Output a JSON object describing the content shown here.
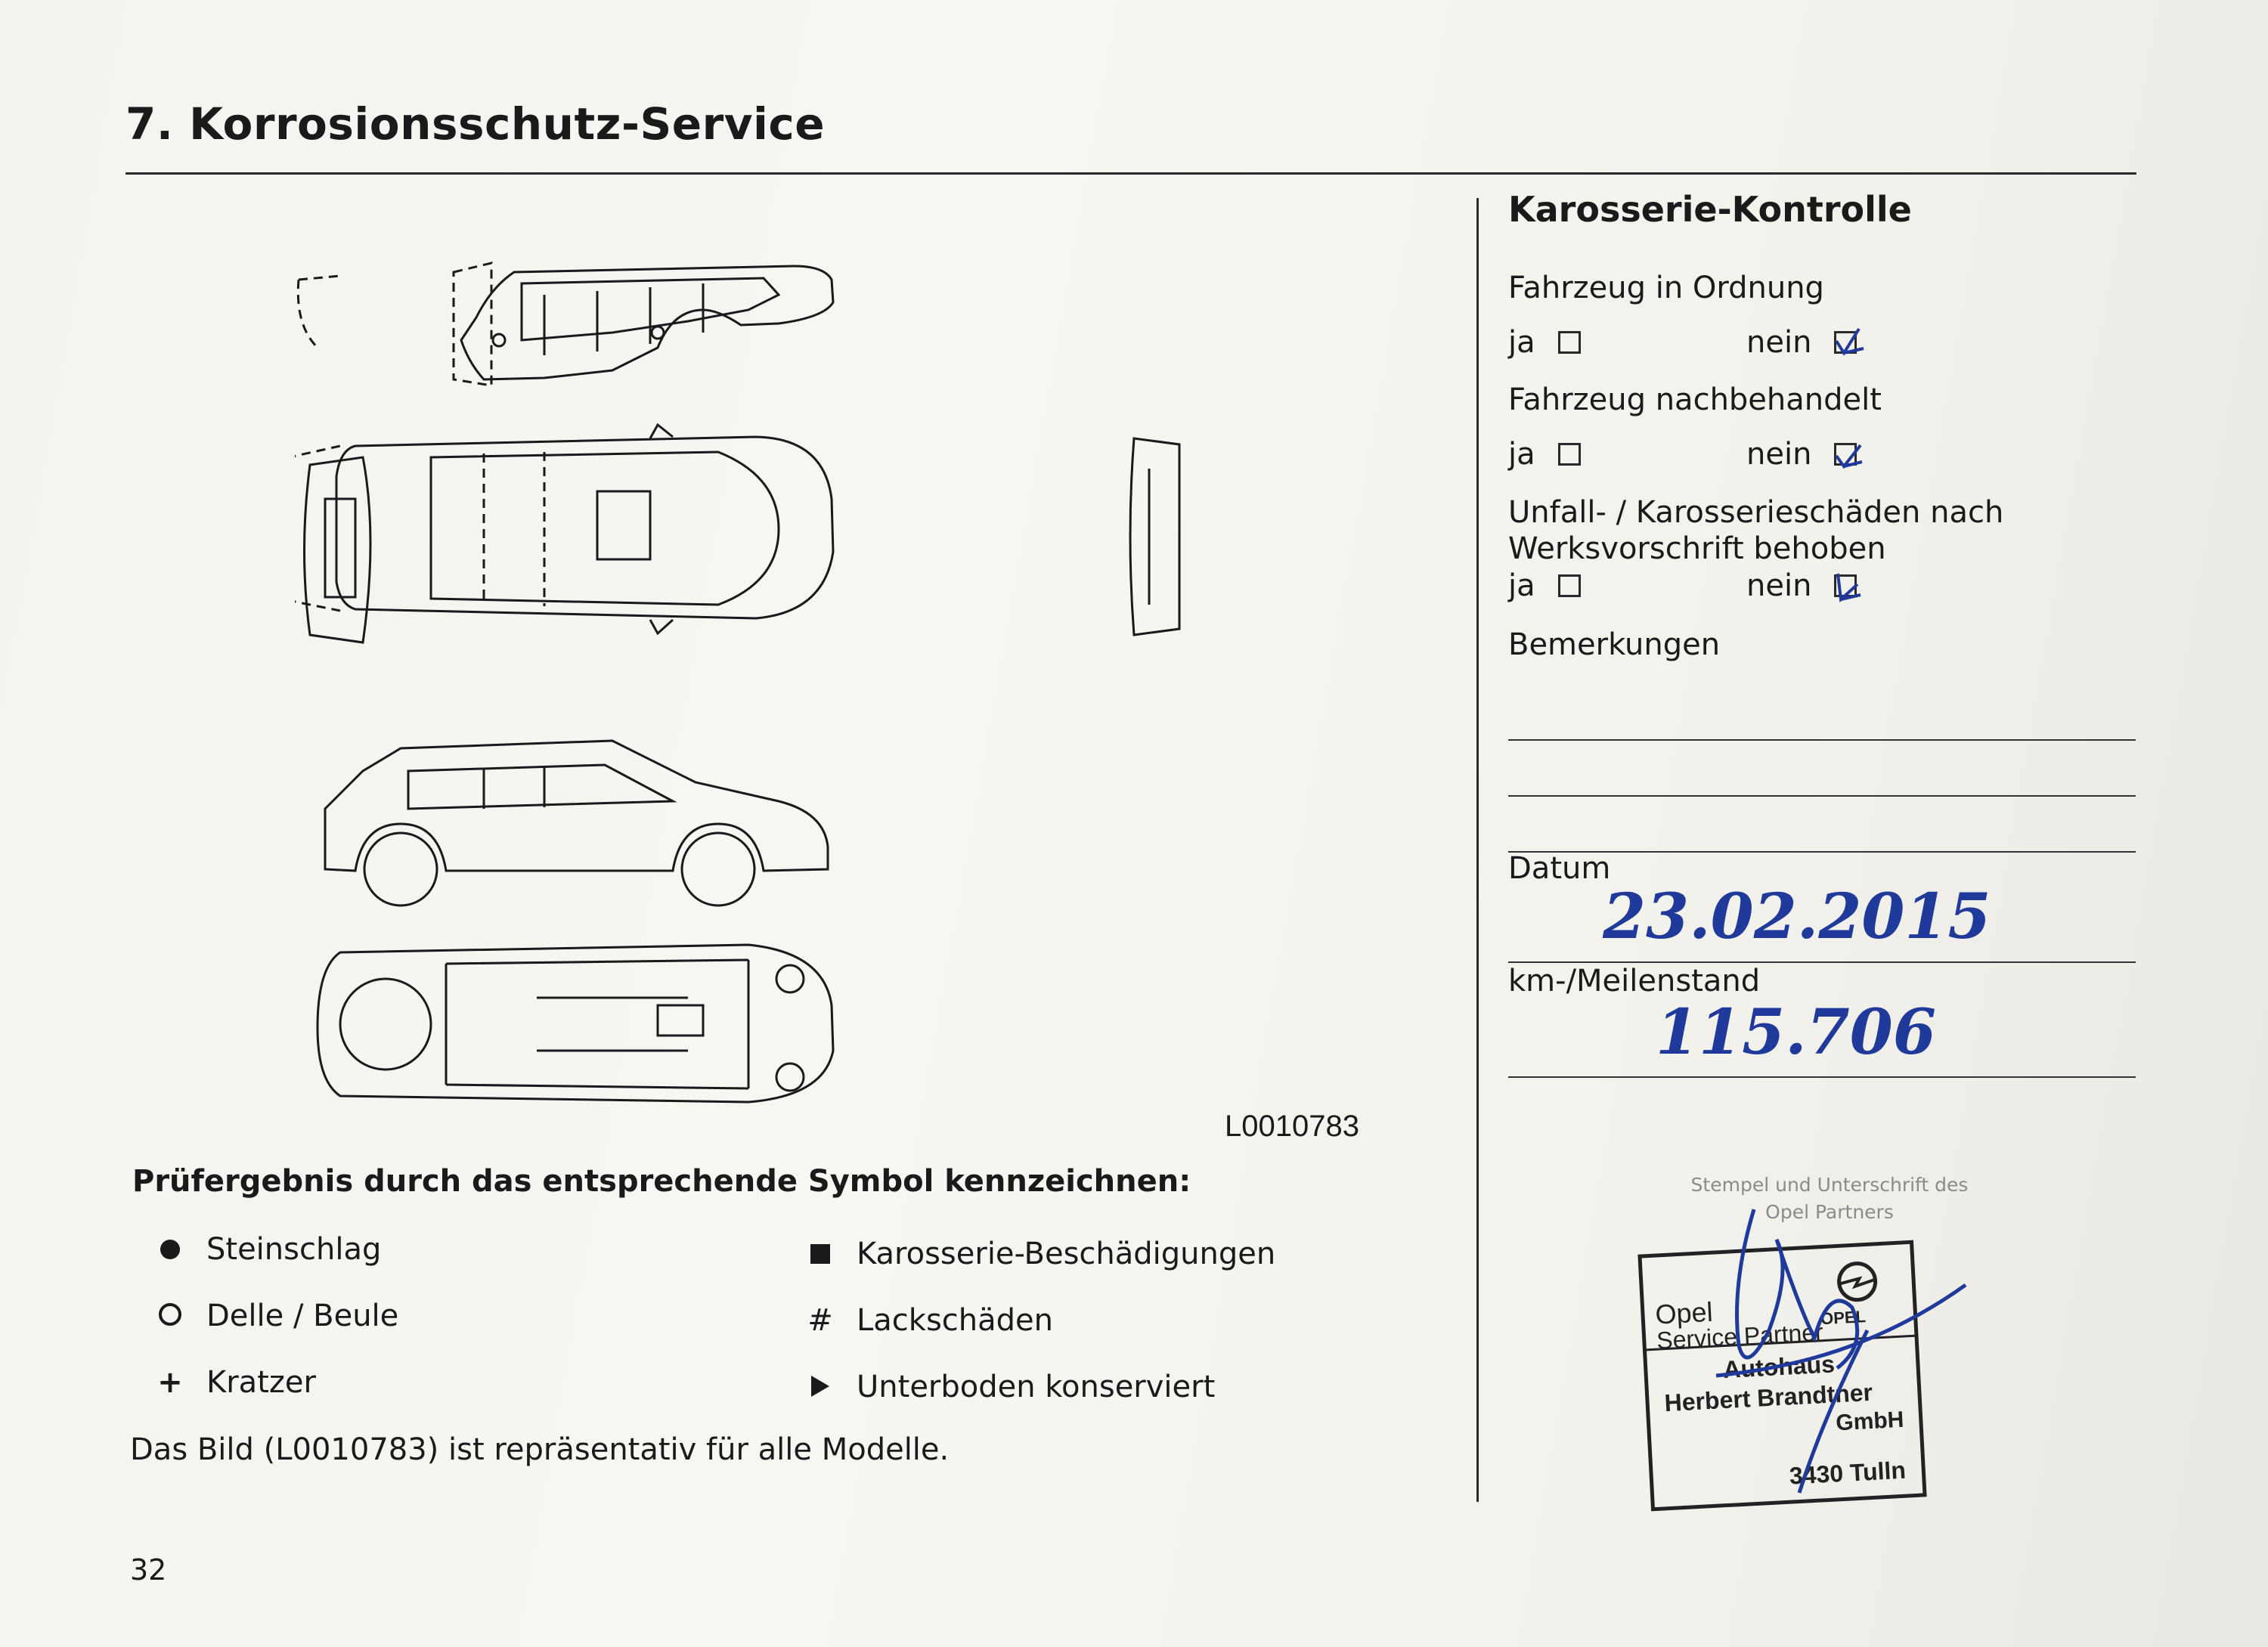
{
  "page": {
    "title": "7. Korrosionsschutz-Service",
    "page_number": "32",
    "figure_code": "L0010783"
  },
  "legend": {
    "heading": "Prüfergebnis durch das entsprechende Symbol kennzeichnen:",
    "items": [
      {
        "symbol": "filled-dot",
        "label": "Steinschlag"
      },
      {
        "symbol": "open-circle",
        "label": "Delle / Beule"
      },
      {
        "symbol": "plus",
        "label": "Kratzer"
      },
      {
        "symbol": "filled-square",
        "label": "Karosserie-Beschädigungen"
      },
      {
        "symbol": "hash",
        "label": "Lackschäden"
      },
      {
        "symbol": "triangle",
        "label": "Unterboden konserviert"
      }
    ],
    "symbols": {
      "hash": "#",
      "plus": "+"
    },
    "note": "Das Bild (L0010783) ist repräsentativ für alle Modelle."
  },
  "panel": {
    "title": "Karosserie-Kontrolle",
    "yes_label": "ja",
    "no_label": "nein",
    "questions": [
      {
        "label": "Fahrzeug in Ordnung",
        "ja": false,
        "nein": true
      },
      {
        "label": "Fahrzeug nachbehandelt",
        "ja": false,
        "nein": true
      },
      {
        "label_line1": "Unfall- / Karosserieschäden nach",
        "label_line2": "Werksvorschrift behoben",
        "ja": false,
        "nein": true
      }
    ],
    "remarks_label": "Bemerkungen",
    "date_label": "Datum",
    "date_value": "23.02.2015",
    "mileage_label": "km-/Meilenstand",
    "mileage_value": "115.706"
  },
  "stamp": {
    "caption_line1": "Stempel und Unterschrift des",
    "caption_line2": "Opel Partners",
    "brand": "OPEL",
    "line1": "Opel",
    "line2": "Service Partner",
    "line3": "Autohaus",
    "line4": "Herbert Brandtner",
    "line5": "GmbH",
    "line6": "3430 Tulln"
  },
  "colors": {
    "ink": "#1f3a9a",
    "text": "#1a1a1a",
    "paper": "#f4f3ef"
  }
}
